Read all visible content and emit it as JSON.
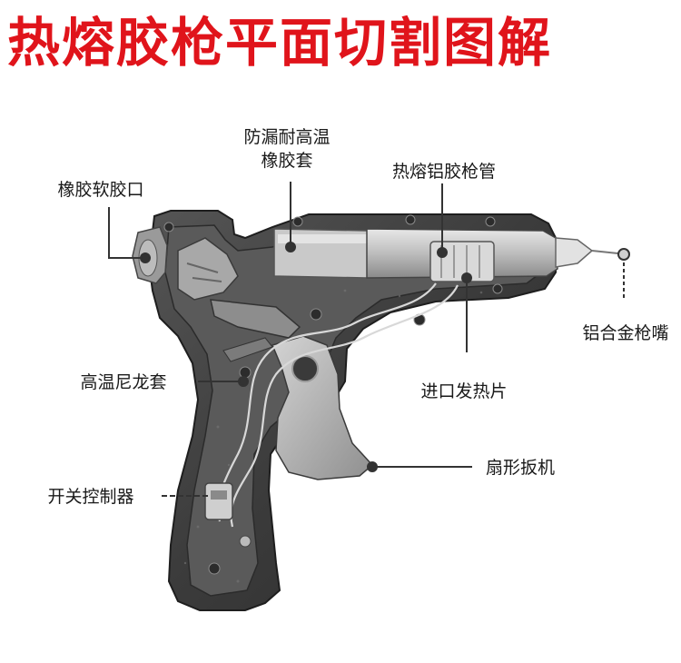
{
  "title": "热熔胶枪平面切割图解",
  "labels": {
    "sleeve_line1": "防漏耐高温",
    "sleeve_line2": "橡胶套",
    "barrel": "热熔铝胶枪管",
    "rubber_mouth": "橡胶软胶口",
    "nozzle": "铝合金枪嘴",
    "nylon": "高温尼龙套",
    "heater": "进口发热片",
    "trigger": "扇形扳机",
    "switch": "开关控制器"
  },
  "colors": {
    "title": "#e0141b",
    "body_dark": "#3a3a3a",
    "body_mid": "#6a6a6a",
    "metal": "#c8c8c8",
    "leader": "#333333"
  }
}
